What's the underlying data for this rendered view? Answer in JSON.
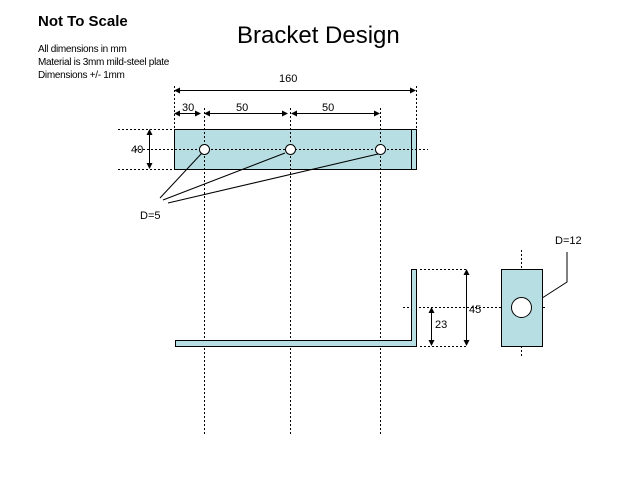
{
  "header": {
    "not_to_scale": "Not To Scale",
    "title": "Bracket Design"
  },
  "notes": [
    "All dimensions in mm",
    "Material is 3mm mild-steel plate",
    "Dimensions +/- 1mm"
  ],
  "dimensions": {
    "overall_length": "160",
    "hole_offset_1": "30",
    "hole_spacing_1": "50",
    "hole_spacing_2": "50",
    "plate_width": "40",
    "small_hole_diameter": "D=5",
    "flange_height": "45",
    "hole_height": "23",
    "large_hole_diameter": "D=12"
  },
  "colors": {
    "plate_fill": "#b7dfe3",
    "line": "#000000"
  }
}
